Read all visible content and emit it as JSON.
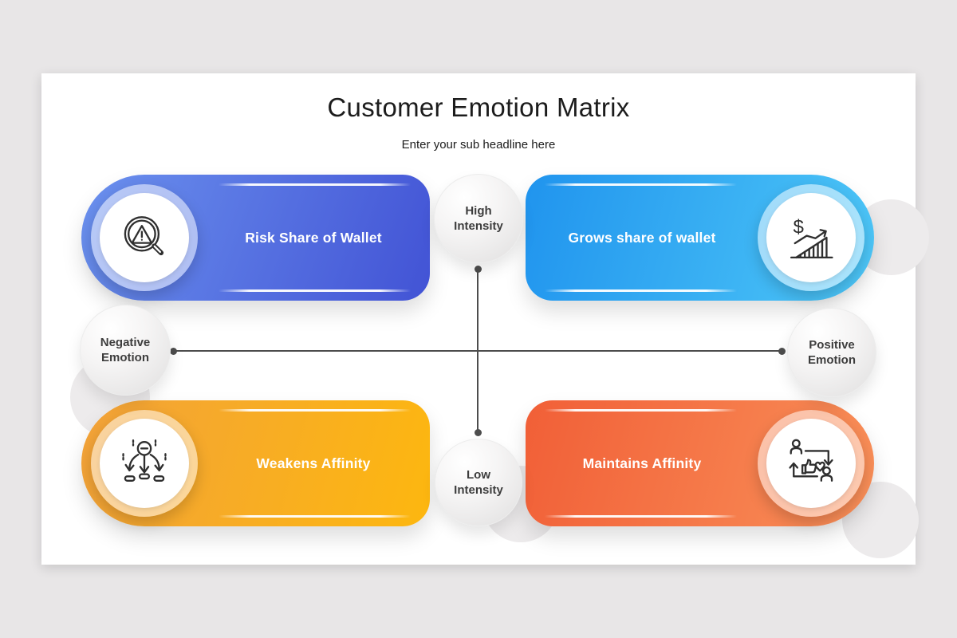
{
  "colors": {
    "background": "#e8e6e7",
    "slide_bg": "#ffffff",
    "title_text": "#1c1c1c",
    "card_text": "#ffffff",
    "bubble_text": "#3d3d3d",
    "axis_line": "#4d4d4d",
    "icon_stroke": "#2f2f2f"
  },
  "header": {
    "title": "Customer Emotion Matrix",
    "subtitle": "Enter your sub headline here"
  },
  "quadrants": [
    {
      "position": "top-left",
      "label": "Risk Share of Wallet",
      "icon": "magnifier-warning-icon",
      "gradient": {
        "angle": "110deg",
        "from": "#6b91ee",
        "to": "#4253d5"
      }
    },
    {
      "position": "top-right",
      "label": "Grows share of wallet",
      "icon": "dollar-growth-chart-icon",
      "gradient": {
        "angle": "105deg",
        "from": "#2094ee",
        "to": "#4ec7f7"
      }
    },
    {
      "position": "bottom-left",
      "label": "Weakens Affinity",
      "icon": "decline-arrows-icon",
      "gradient": {
        "angle": "105deg",
        "from": "#f2a23a",
        "to": "#fdb70f"
      }
    },
    {
      "position": "bottom-right",
      "label": "Maintains Affinity",
      "icon": "people-loyalty-icon",
      "gradient": {
        "angle": "105deg",
        "from": "#f15f37",
        "to": "#f99059"
      }
    }
  ],
  "axis_labels": {
    "top": "High Intensity",
    "bottom": "Low Intensity",
    "left": "Negative Emotion",
    "right": "Positive Emotion"
  }
}
